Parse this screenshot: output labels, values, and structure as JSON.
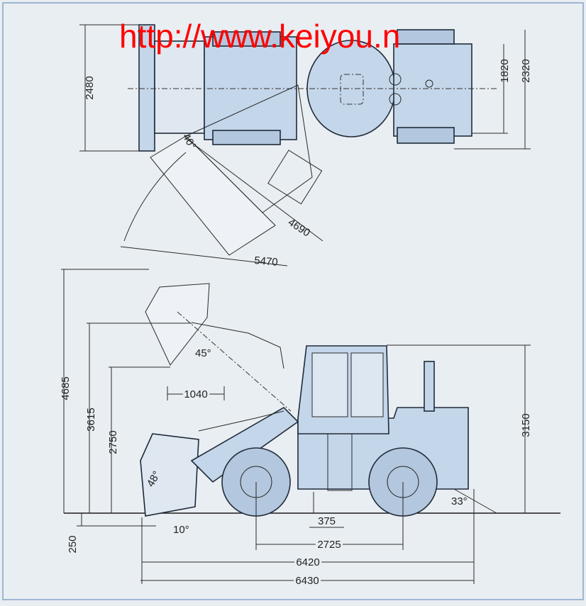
{
  "watermark": "http://www.keiyou.n",
  "top_view": {
    "width_bucket": "2480",
    "width_tread": "1820",
    "width_tires": "2320",
    "articulation_angle": "40°",
    "turning_radius_tire": "4690",
    "turning_radius_bucket": "5470"
  },
  "side_view": {
    "overall_height_raised": "4685",
    "hinge_pin_height": "3615",
    "dump_clearance": "2750",
    "dump_reach": "1040",
    "dump_angle": "45°",
    "rollback_angle": "48°",
    "digging_depth": "250",
    "digging_angle": "10°",
    "ground_clearance": "375",
    "wheelbase": "2725",
    "length_bucket_ground": "6420",
    "overall_length": "6430",
    "cab_height": "3150",
    "departure_angle": "33°"
  },
  "colors": {
    "machine": "#c4d6ea",
    "watermark": "#ff0000",
    "background": "#e9eef2"
  }
}
